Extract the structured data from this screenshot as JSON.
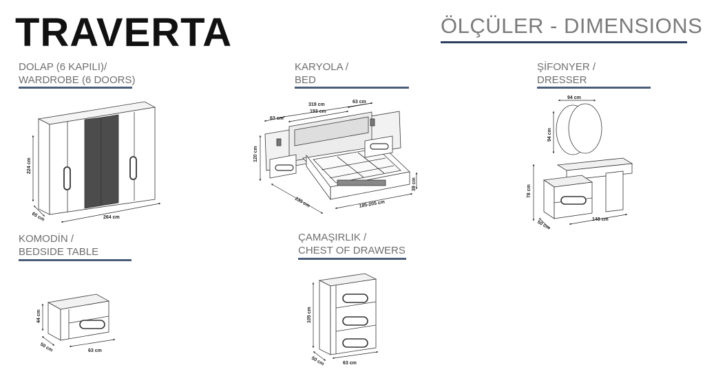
{
  "header": {
    "brand": "TRAVERTA",
    "section_title": "ÖLÇÜLER - DIMENSIONS"
  },
  "items": {
    "wardrobe": {
      "label_tr": "DOLAP (6 KAPILI)/",
      "label_en": "WARDROBE (6 DOORS)",
      "dims": {
        "height": "224 cm",
        "depth": "65 cm",
        "width": "264 cm"
      }
    },
    "bed": {
      "label_tr": "KARYOLA /",
      "label_en": "BED",
      "dims": {
        "total_width": "319 cm",
        "inner_width": "193 cm",
        "side_width": "63 cm",
        "side_left": "63 cm",
        "head_height": "120 cm",
        "length": "235 cm",
        "mattress": "185-205 cm",
        "height": "39 cm"
      }
    },
    "dresser": {
      "label_tr": "ŞİFONYER /",
      "label_en": "DRESSER",
      "dims": {
        "mirror_width": "94 cm",
        "mirror_height": "94 cm",
        "height": "78 cm",
        "depth": "50 cm",
        "width": "148 cm"
      }
    },
    "bedside": {
      "label_tr": "KOMODİN /",
      "label_en": "BEDSIDE TABLE",
      "dims": {
        "height": "44 cm",
        "depth": "50 cm",
        "width": "63 cm"
      }
    },
    "chest": {
      "label_tr": "ÇAMAŞIRLIK /",
      "label_en": "CHEST OF DRAWERS",
      "dims": {
        "height": "105 cm",
        "depth": "50 cm",
        "width": "63 cm"
      }
    }
  }
}
